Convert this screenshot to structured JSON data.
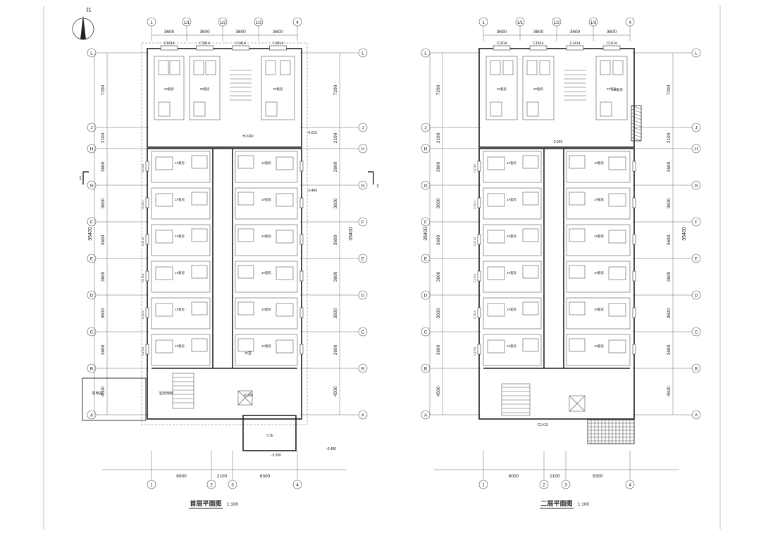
{
  "north_label": "北",
  "plans": [
    {
      "title": "首层平面图",
      "scale": "1:100",
      "top_axes": [
        "1",
        "1/1",
        "1/2",
        "1/3",
        "4"
      ],
      "top_dims": [
        "3600",
        "3600",
        "3600",
        "3600"
      ],
      "bottom_axes": [
        "1",
        "2",
        "3",
        "4"
      ],
      "bottom_dims": [
        "6000",
        "2100",
        "6300"
      ],
      "row_axes": [
        "L",
        "J",
        "H",
        "G",
        "F",
        "E",
        "D",
        "C",
        "B",
        "A"
      ],
      "row_dims": [
        "7200",
        "2100",
        "3600",
        "3600",
        "3600",
        "3600",
        "3600",
        "3600",
        "4500"
      ],
      "total_dim": "35400",
      "north_windows": [
        "C1814",
        "C1814",
        "C1414",
        "C1814"
      ],
      "side_window": "C1714",
      "room_label": "1#套房",
      "top_room_label": "2#套房",
      "elevations": [
        "±0.040",
        "-0.015",
        "-0.460",
        "-0.300",
        "-0.480",
        "-0.300"
      ],
      "notes": [
        "大堂",
        "监管用房",
        "变电站",
        "雨棚上翻",
        "C1b"
      ]
    },
    {
      "title": "二层平面图",
      "scale": "1:100",
      "top_axes": [
        "1",
        "1/1",
        "1/2",
        "1/3",
        "4"
      ],
      "top_dims": [
        "3600",
        "3600",
        "3600",
        "3600"
      ],
      "bottom_axes": [
        "1",
        "2",
        "3",
        "4"
      ],
      "bottom_dims": [
        "6000",
        "2100",
        "6300"
      ],
      "row_axes": [
        "L",
        "J",
        "H",
        "G",
        "F",
        "E",
        "D",
        "C",
        "B",
        "A"
      ],
      "row_dims": [
        "7200",
        "2100",
        "3600",
        "3600",
        "3600",
        "3600",
        "3600",
        "3600",
        "4500"
      ],
      "total_dim": "35400",
      "north_windows": [
        "C1814",
        "C1814",
        "C1414",
        "C1814"
      ],
      "side_window": "C1714",
      "room_label": "1#套房",
      "top_room_label": "2#套房",
      "elevations": [
        "5.040"
      ],
      "notes": [
        "C1413",
        "3#套房"
      ]
    }
  ],
  "section_mark": "1"
}
